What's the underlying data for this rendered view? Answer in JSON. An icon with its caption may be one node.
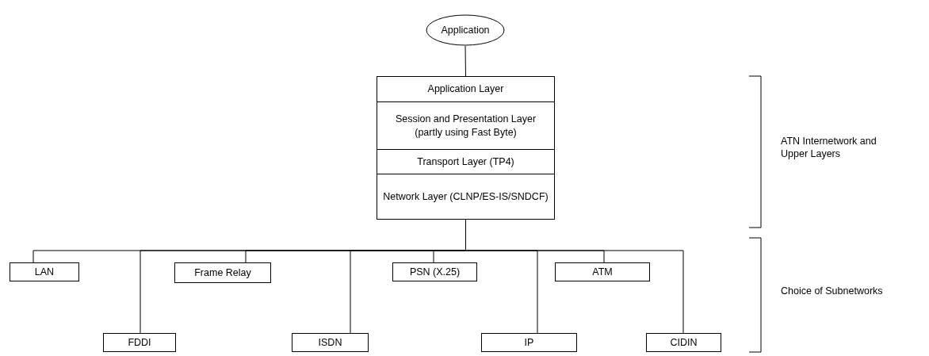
{
  "diagram": {
    "nodes": [
      {
        "text": [
          "Application"
        ]
      },
      {
        "text": [
          "Application Layer"
        ]
      },
      {
        "text": [
          "Session and Presentation Layer (partly using Fast Byte)"
        ]
      },
      {
        "text": [
          "Transport Layer (TP4)"
        ]
      },
      {
        "text": [
          "Network Layer (CLNP/ES-IS/SNDCF)"
        ]
      },
      {
        "text": [
          "LAN"
        ]
      },
      {
        "text": [
          "FDDI"
        ]
      },
      {
        "text": [
          "Frame Relay"
        ]
      },
      {
        "text": [
          "ISDN"
        ]
      },
      {
        "text": [
          "PSN (X.25)"
        ]
      },
      {
        "text": [
          "IP"
        ]
      },
      {
        "text": [
          "ATM"
        ]
      },
      {
        "text": [
          "CIDIN"
        ]
      }
    ],
    "edges": [
      {
        "from": 0,
        "to": 1,
        "arrow": "none"
      },
      {
        "from": 4,
        "to": 5,
        "arrow": "none"
      },
      {
        "from": 4,
        "to": 6,
        "arrow": "none"
      },
      {
        "from": 4,
        "to": 7,
        "arrow": "none"
      },
      {
        "from": 4,
        "to": 8,
        "arrow": "none"
      },
      {
        "from": 4,
        "to": 9,
        "arrow": "none"
      },
      {
        "from": 4,
        "to": 10,
        "arrow": "none"
      },
      {
        "from": 4,
        "to": 11,
        "arrow": "none"
      },
      {
        "from": 4,
        "to": 12,
        "arrow": "none"
      }
    ],
    "labels": [
      "ATN Internetwork and Upper Layers",
      "Choice of Subnetworks"
    ]
  }
}
